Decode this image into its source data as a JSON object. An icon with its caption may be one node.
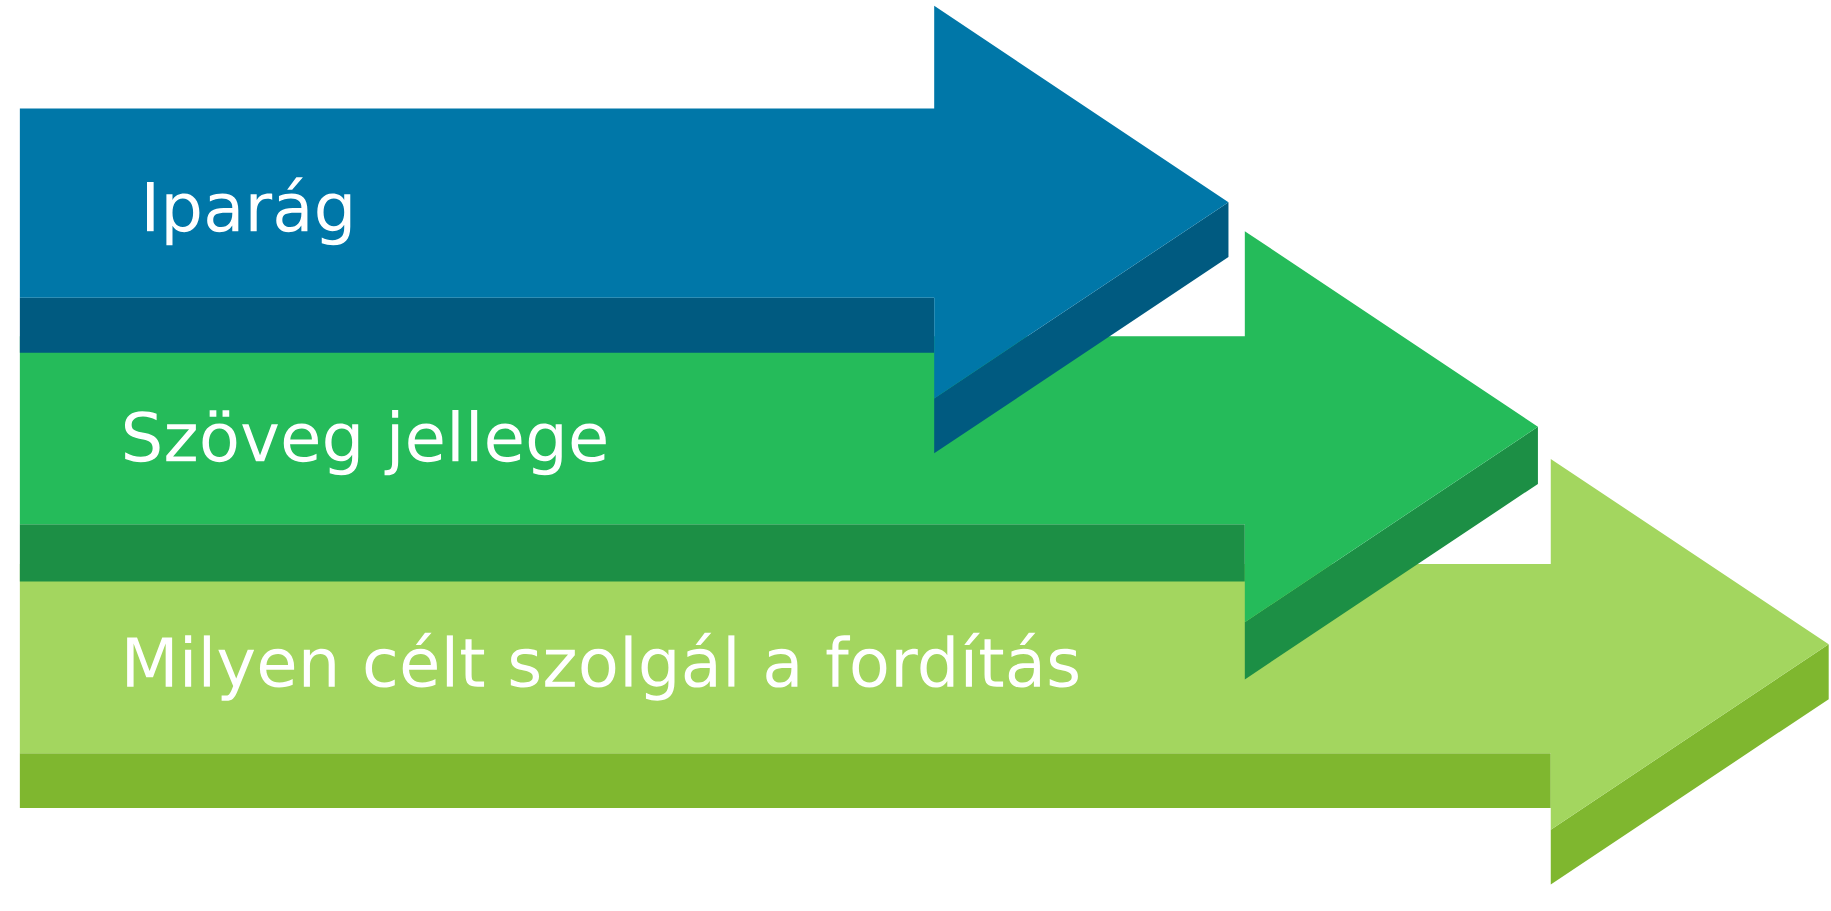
{
  "diagram": {
    "nodes": [
      {
        "text": [
          "Iparág"
        ]
      },
      {
        "text": [
          "Szöveg jellege"
        ]
      },
      {
        "text": [
          "Milyen célt szolgál a fordítás"
        ]
      }
    ]
  }
}
